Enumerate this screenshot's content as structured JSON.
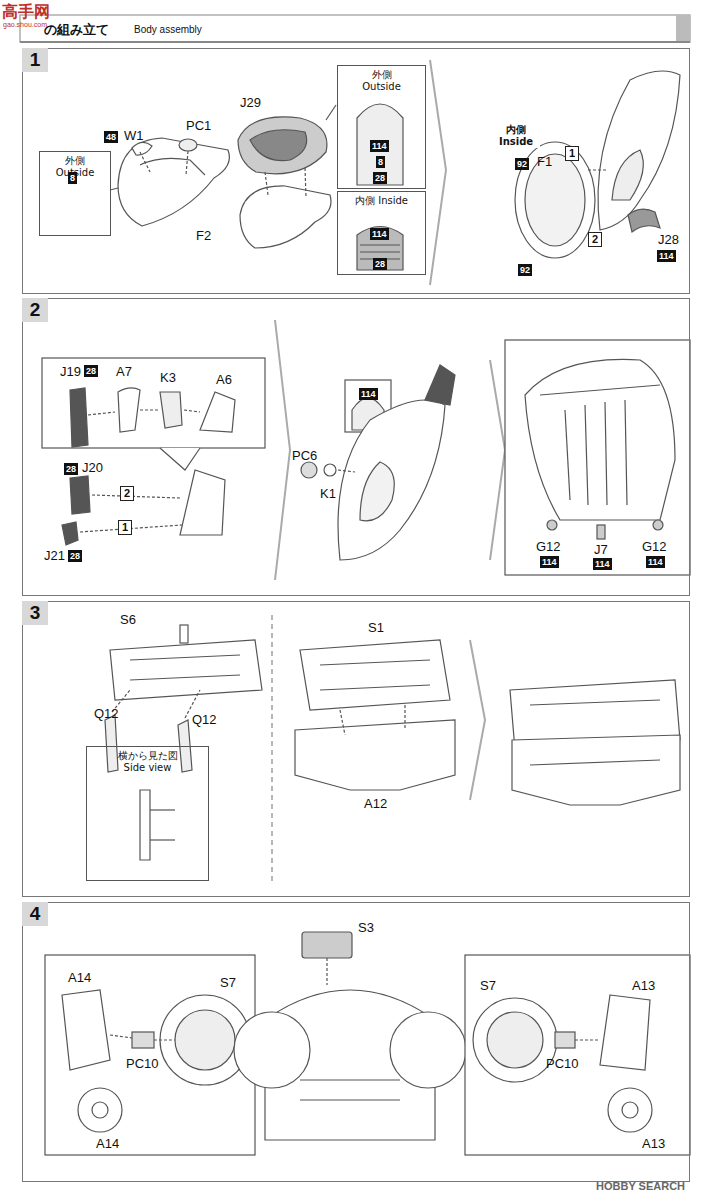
{
  "diagram": {
    "title": "の組み立て",
    "nodes": [
      {
        "text": [
          "1"
        ]
      },
      {
        "text": [
          "外側 Outside"
        ],
        "in": 0
      },
      {
        "text": [
          "外側 Outside"
        ],
        "in": 0
      },
      {
        "text": [
          "内側 Inside"
        ],
        "in": 0
      },
      {
        "text": [
          "2"
        ]
      },
      {
        "text": [
          "3"
        ]
      },
      {
        "text": [
          "横から見た図 Side view"
        ],
        "in": 5
      },
      {
        "text": [
          "4"
        ]
      }
    ],
    "labels": [
      "高手网",
      "gao.shou.com",
      "Body assembly",
      "HOBBY SEARCH",
      "48",
      "W1",
      "PC1",
      "8",
      "F2",
      "J29",
      "114",
      "8",
      "28",
      "114",
      "28",
      "内側 Inside",
      "92",
      "F1",
      "1",
      "2",
      "J28",
      "114",
      "92",
      "J19",
      "28",
      "A7",
      "K3",
      "A6",
      "28",
      "J20",
      "2",
      "1",
      "J21",
      "28",
      "114",
      "PC6",
      "K1",
      "G12",
      "114",
      "J7",
      "114",
      "G12",
      "114",
      "S6",
      "Q12",
      "Q12",
      "S1",
      "A12",
      "A14",
      "S7",
      "PC10",
      "A14",
      "S3",
      "S7",
      "A13",
      "PC10",
      "A13"
    ]
  }
}
